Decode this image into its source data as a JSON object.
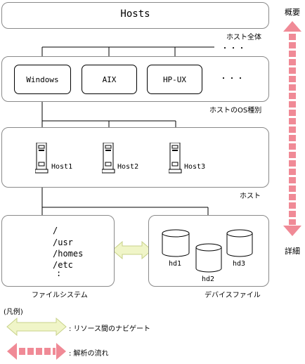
{
  "hosts_panel": {
    "title": "Hosts",
    "caption": "ホスト全体",
    "ellipsis": "・・・"
  },
  "os_panel": {
    "caption": "ホストのOS種別",
    "os_types": [
      "Windows",
      "AIX",
      "HP-UX"
    ],
    "ellipsis": "・・・"
  },
  "host_panel": {
    "caption": "ホスト",
    "hosts": [
      "Host1",
      "Host2",
      "Host3"
    ]
  },
  "fs_panel": {
    "caption": "ファイルシステム",
    "paths": [
      "/",
      "/usr",
      "/homes",
      "/etc",
      ":"
    ]
  },
  "device_panel": {
    "caption": "デバイスファイル",
    "disks": [
      "hd1",
      "hd2",
      "hd3"
    ]
  },
  "side_axis": {
    "top": "概要",
    "bottom": "詳細"
  },
  "legend": {
    "title": "(凡例)",
    "navigate": ": リソース間のナビゲート",
    "analysis": ": 解析の流れ"
  },
  "colors": {
    "nav_arrow": "#f0f5c8",
    "nav_arrow_border": "#c8d28a",
    "analysis_arrow": "#f08a96"
  }
}
